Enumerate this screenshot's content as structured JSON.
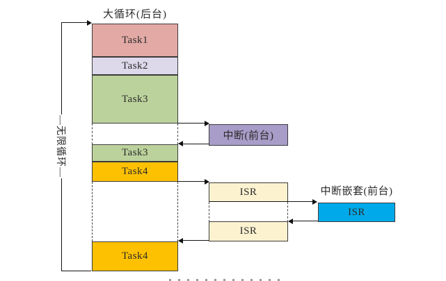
{
  "title": "大循环(后台)",
  "loop_label": "无限循环",
  "background": {
    "blocks": [
      {
        "label": "Task1",
        "color": "#e2a9a5"
      },
      {
        "label": "Task2",
        "color": "#ddd8ea"
      },
      {
        "label": "Task3",
        "color": "#bcd29c"
      },
      {
        "label": "Task3",
        "color": "#bcd29c"
      },
      {
        "label": "Task4",
        "color": "#fec101"
      },
      {
        "label": "Task4",
        "color": "#fec101"
      }
    ]
  },
  "foreground": {
    "interrupt_label": "中断(前台)",
    "interrupt_color": "#a89cc8",
    "nested_label": "中断嵌套(前台)",
    "isr_blocks": [
      {
        "label": "ISR",
        "color": "#fcf2d0"
      },
      {
        "label": "ISR",
        "color": "#fcf2d0"
      },
      {
        "label": "ISR",
        "color": "#00a9e9"
      }
    ]
  },
  "colors": {
    "box_border": "#3a3a3a",
    "line": "#141414",
    "task1": "#e2a9a5",
    "task2": "#ddd8ea",
    "task3": "#bcd29c",
    "task4": "#fec101",
    "interrupt": "#a89cc8",
    "isr": "#fcf2d0",
    "isr_nested": "#00a9e9"
  }
}
